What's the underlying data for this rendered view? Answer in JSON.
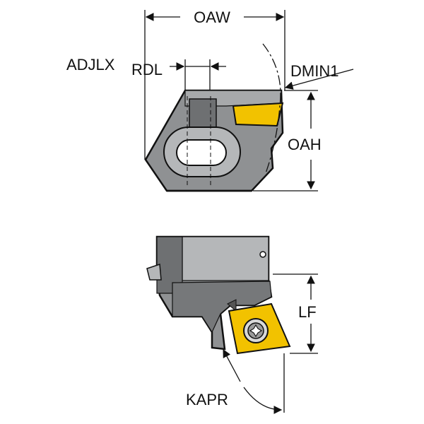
{
  "labels": {
    "oaw": "OAW",
    "adjlx": "ADJLX",
    "rdl": "RDL",
    "dmin1": "DMIN1",
    "oah": "OAH",
    "lf": "LF",
    "kapr": "KAPR"
  },
  "colors": {
    "body_dark": "#6e7072",
    "body_mid": "#8f9193",
    "body_light": "#b5b7b9",
    "insert": "#f2c200",
    "line": "#111111"
  }
}
